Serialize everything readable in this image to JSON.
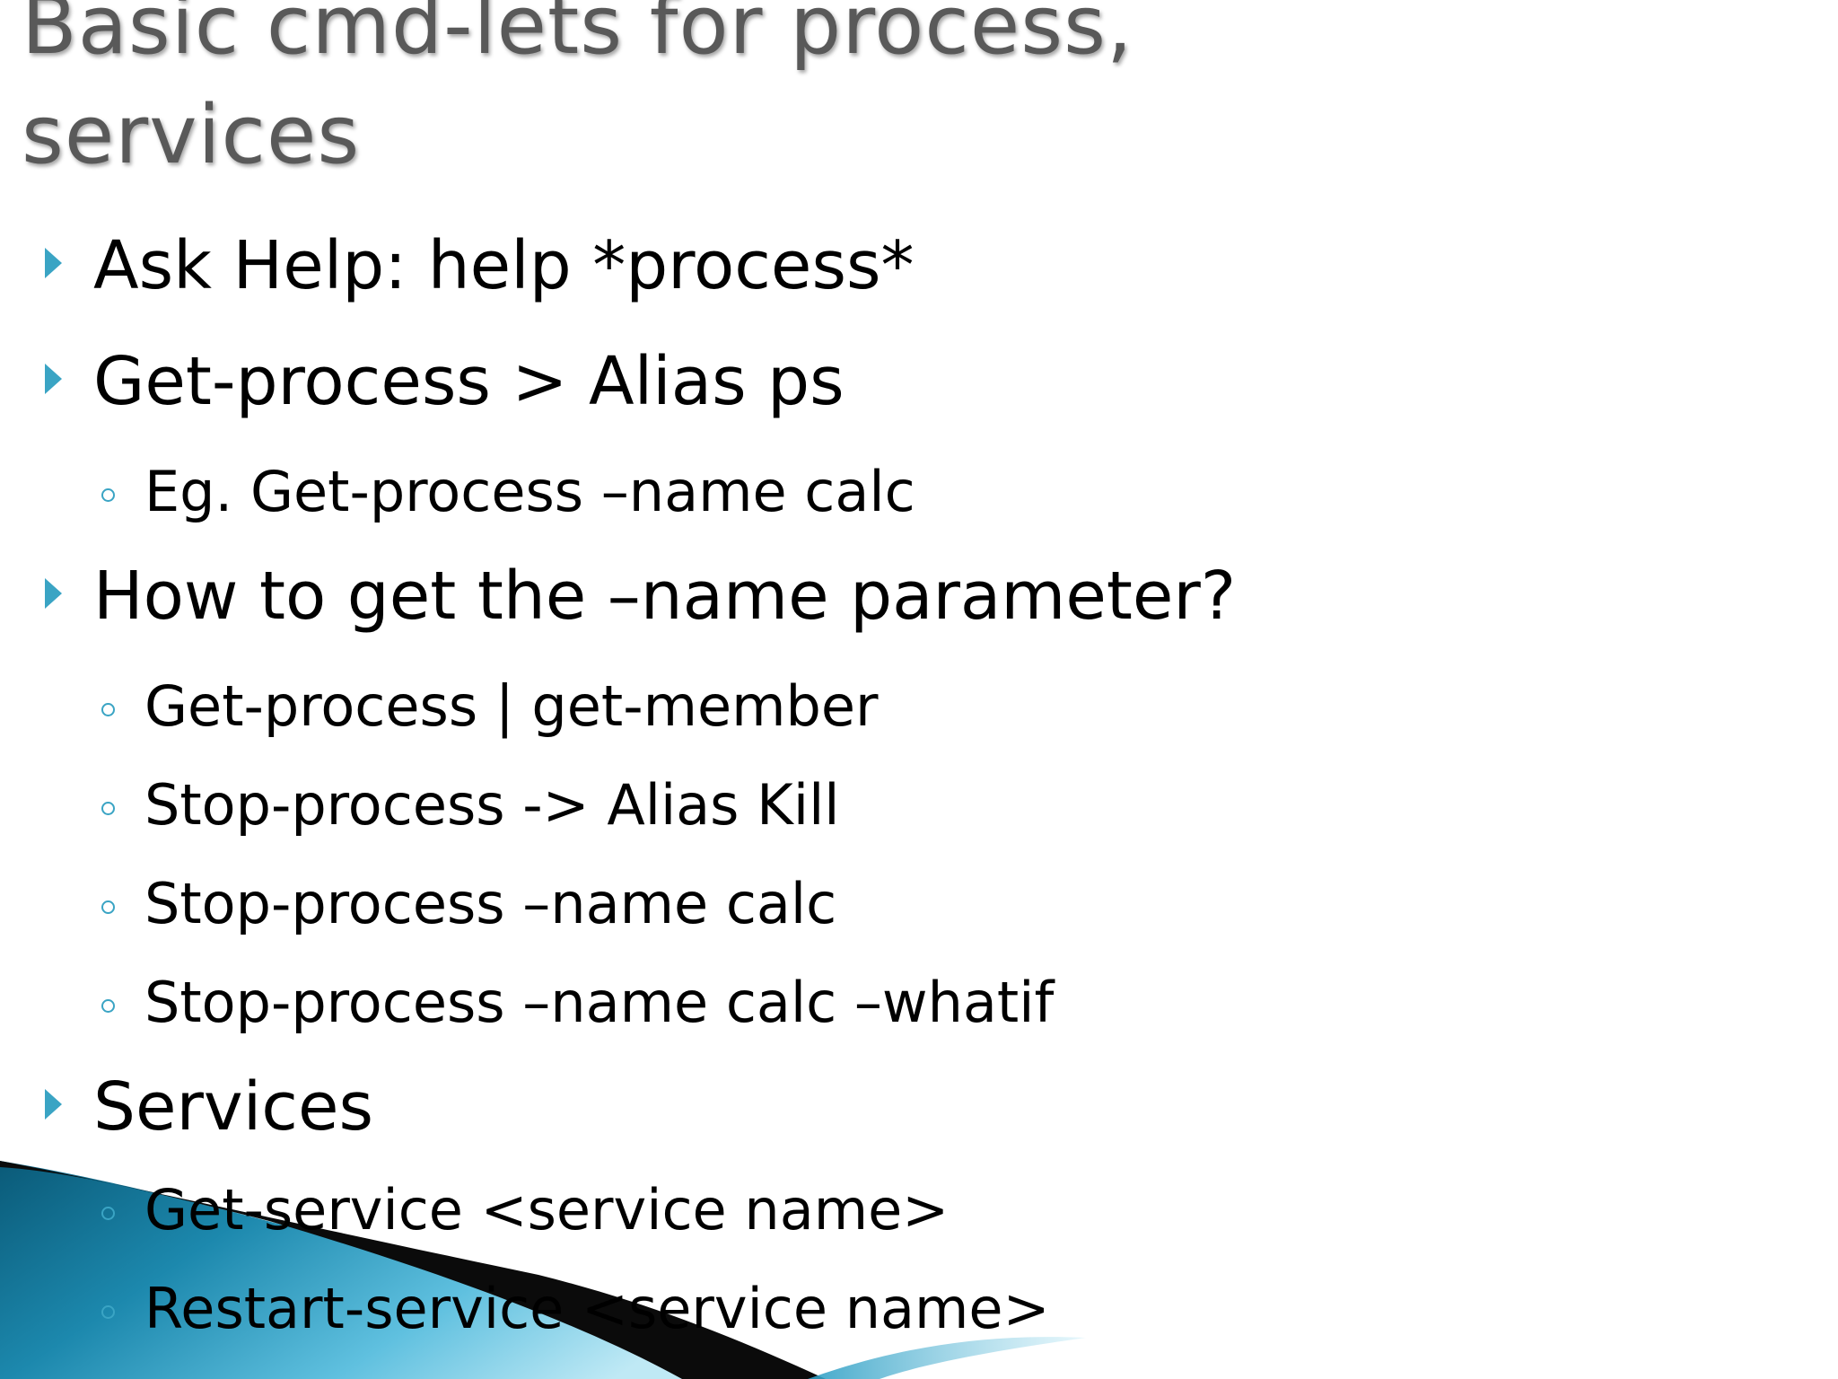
{
  "slide": {
    "title_lines": [
      "Basic cmd-lets for process,",
      "services"
    ],
    "items": [
      {
        "level": 1,
        "text": "Ask Help: help *process*"
      },
      {
        "level": 1,
        "text": "Get-process  > Alias ps"
      },
      {
        "level": 2,
        "text": "Eg. Get-process –name  calc"
      },
      {
        "level": 1,
        "text": "How to get the –name parameter?"
      },
      {
        "level": 2,
        "text": "Get-process | get-member"
      },
      {
        "level": 2,
        "text": "Stop-process -> Alias Kill"
      },
      {
        "level": 2,
        "text": "Stop-process –name calc"
      },
      {
        "level": 2,
        "text": "Stop-process –name calc –whatif"
      },
      {
        "level": 1,
        "text": "Services"
      },
      {
        "level": 2,
        "text": "Get-service <service name>"
      },
      {
        "level": 2,
        "text": "Restart-service <service name>"
      }
    ]
  },
  "theme": {
    "accent": "#3aa4c4",
    "title_color": "#595959",
    "text_color": "#000000",
    "wave_dark": "#0a5a78",
    "wave_light": "#7fd0ea"
  }
}
